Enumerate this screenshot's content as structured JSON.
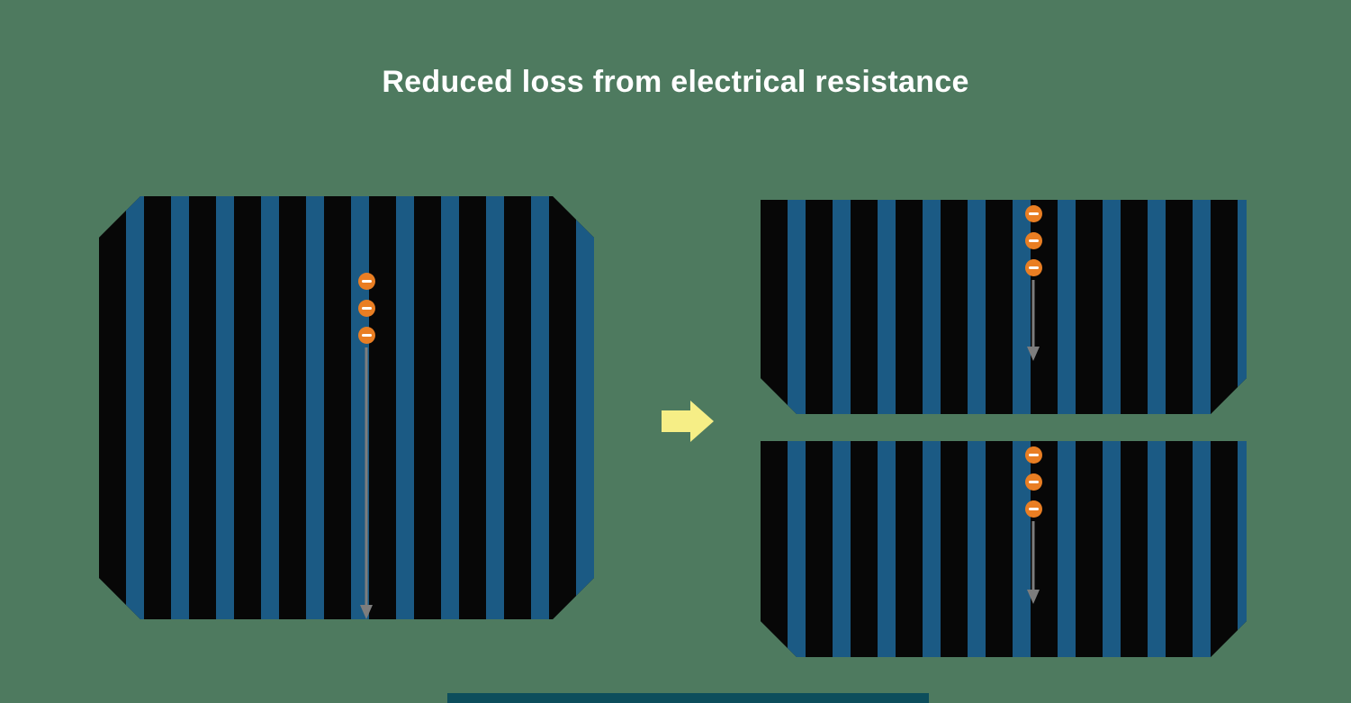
{
  "title": "Reduced loss from electrical resistance",
  "colors": {
    "background": "#4e7a5f",
    "title_white": "#ffffff",
    "cell_black": "#070707",
    "stripe_blue": "#1b5a84",
    "electron_orange": "#e97e23",
    "electron_minus_white": "#ffffff",
    "flow_arrow_gray": "#7d7d7d",
    "transition_arrow_yellow": "#f6ee86",
    "bottom_strip_teal": "#0d4e5c"
  },
  "flows": {
    "full_cell": {
      "electrons": 3,
      "direction": "down"
    },
    "half_cell_top": {
      "electrons": 3,
      "direction": "down"
    },
    "half_cell_bottom": {
      "electrons": 3,
      "direction": "down"
    }
  },
  "transition_arrow": {
    "direction": "right"
  },
  "icons": {
    "electron": "minus-circle-icon",
    "flow_arrow": "down-arrow-icon",
    "transition_arrow": "right-arrow-icon"
  }
}
